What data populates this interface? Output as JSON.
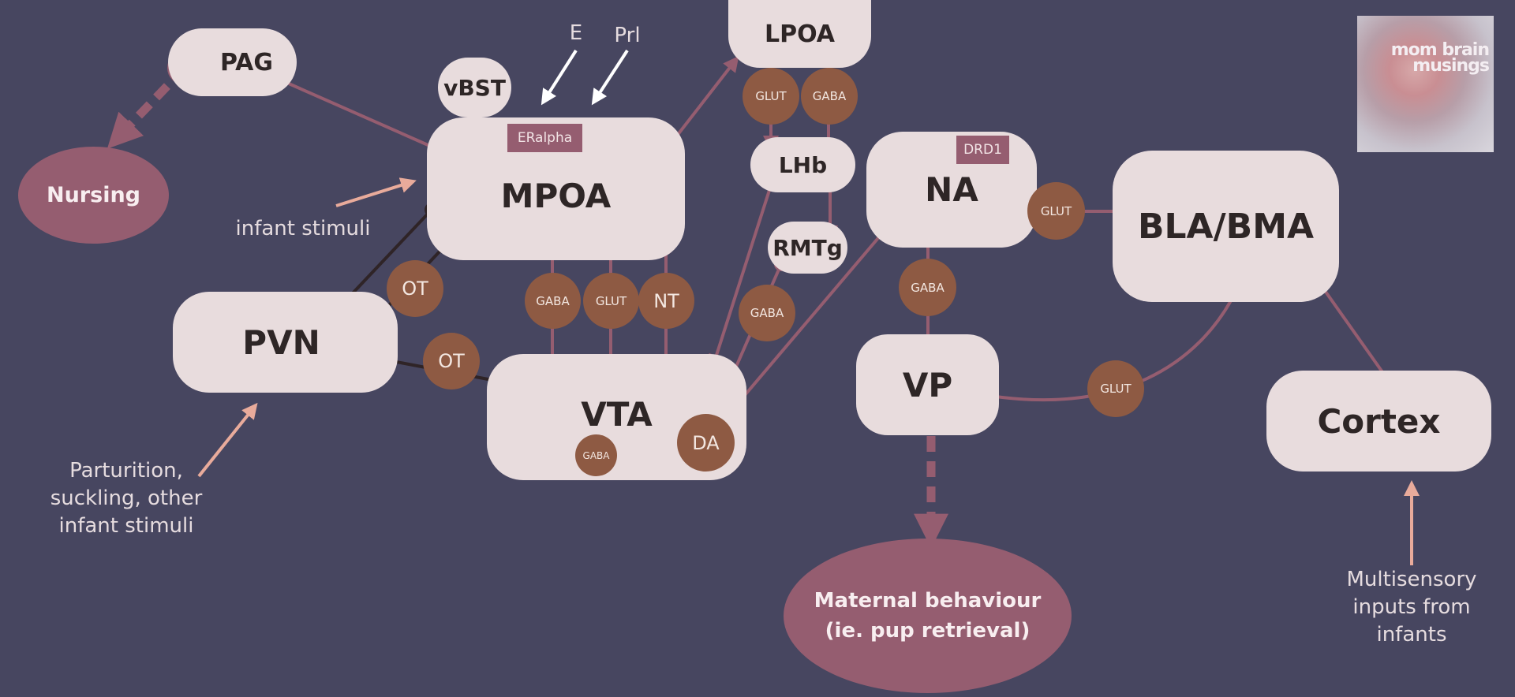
{
  "regions": {
    "pag": "PAG",
    "vbst": "vBST",
    "mpoa": "MPOA",
    "lpoa": "LPOA",
    "lhb": "LHb",
    "rmtg": "RMTg",
    "pvn": "PVN",
    "vta": "VTA",
    "na": "NA",
    "vp": "VP",
    "bla_bma": "BLA/BMA",
    "cortex": "Cortex"
  },
  "tags": {
    "eralpha": "ERalpha",
    "drd1": "DRD1"
  },
  "transmitters": {
    "lpoa_glut": "GLUT",
    "lpoa_gaba": "GABA",
    "mpoa_gaba": "GABA",
    "mpoa_glut": "GLUT",
    "mpoa_nt": "NT",
    "ot_upper": "OT",
    "ot_lower": "OT",
    "rmtg_gaba": "GABA",
    "vta_gaba": "GABA",
    "vta_da": "DA",
    "na_gaba": "GABA",
    "bla_na_glut": "GLUT",
    "bla_vp_glut": "GLUT"
  },
  "outputs": {
    "nursing": "Nursing",
    "maternal_line1": "Maternal behaviour",
    "maternal_line2": "(ie. pup retrieval)"
  },
  "inputs": {
    "estrogen": "E",
    "prolactin": "Prl",
    "infant_stimuli": "infant stimuli",
    "parturition_line1": "Parturition,",
    "parturition_line2": "suckling, other",
    "parturition_line3": "infant stimuli",
    "multisensory_line1": "Multisensory",
    "multisensory_line2": "inputs from",
    "multisensory_line3": "infants"
  },
  "logo": {
    "line1": "mom brain",
    "line2": "musings"
  },
  "colors": {
    "background": "#474660",
    "node_fill": "#e8dcdd",
    "transmitter_fill": "#8e5a43",
    "connection": "#955d70",
    "oxytocin_connection": "#2f2427",
    "input_arrow": "#e9ab9b",
    "hormone_arrow": "#ffffff"
  }
}
